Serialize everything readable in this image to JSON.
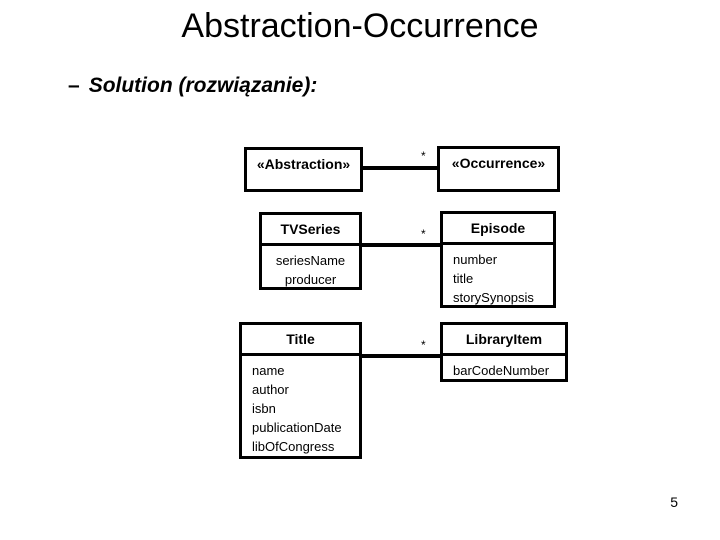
{
  "slide": {
    "title": "Abstraction-Occurrence",
    "bullet_dash": "–",
    "bullet_text": "Solution (rozwiązanie):",
    "page_number": "5"
  },
  "diagram": {
    "type": "uml-class-diagram",
    "multiplicity_label": "*",
    "rows": [
      {
        "name": "pattern-row",
        "left_class": {
          "name": "«Abstraction»",
          "name_bold": true,
          "has_divider": false,
          "attributes": [],
          "attr_align": "center"
        },
        "right_class": {
          "name": "«Occurrence»",
          "name_bold": true,
          "has_divider": false,
          "attributes": [],
          "attr_align": "center"
        },
        "multiplicity": "*"
      },
      {
        "name": "tvseries-row",
        "left_class": {
          "name": "TVSeries",
          "name_bold": true,
          "has_divider": true,
          "attributes": [
            "seriesName",
            "producer"
          ],
          "attr_align": "center"
        },
        "right_class": {
          "name": "Episode",
          "name_bold": true,
          "has_divider": true,
          "attributes": [
            "number",
            "title",
            "storySynopsis"
          ],
          "attr_align": "left"
        },
        "multiplicity": "*"
      },
      {
        "name": "title-row",
        "left_class": {
          "name": "Title",
          "name_bold": true,
          "has_divider": true,
          "attributes": [
            "name",
            "author",
            "isbn",
            "publicationDate",
            "libOfCongress"
          ],
          "attr_align": "left"
        },
        "right_class": {
          "name": "LibraryItem",
          "name_bold": true,
          "has_divider": true,
          "attributes": [
            "barCodeNumber"
          ],
          "attr_align": "left"
        },
        "multiplicity": "*"
      }
    ]
  },
  "colors": {
    "background": "#ffffff",
    "ink": "#000000",
    "box_border": "#000000"
  }
}
